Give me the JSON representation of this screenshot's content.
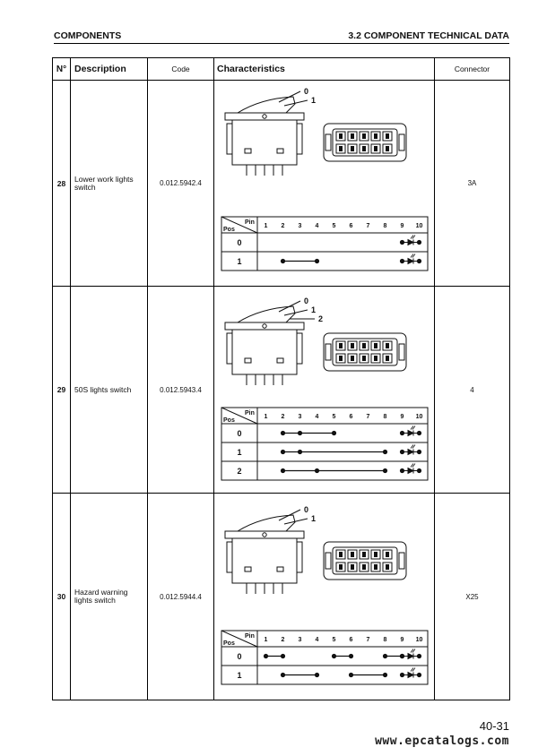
{
  "header": {
    "left": "COMPONENTS",
    "right": "3.2 COMPONENT TECHNICAL DATA"
  },
  "table": {
    "columns": {
      "no": "N°",
      "description": "Description",
      "code": "Code",
      "characteristics": "Characteristics",
      "connector": "Connector"
    },
    "rows": [
      {
        "no": "28",
        "description_line1": "Lower work lights",
        "description_line2": "switch",
        "code": "0.012.5942.4",
        "connector": "3A",
        "switch_labels": [
          "0",
          "1"
        ],
        "pin_header": "Pin",
        "pos_header": "Pos",
        "pins": [
          "1",
          "2",
          "3",
          "4",
          "5",
          "6",
          "7",
          "8",
          "9",
          "10"
        ],
        "positions": [
          {
            "pos": "0",
            "connections": [],
            "lamp": true
          },
          {
            "pos": "1",
            "connections": [
              [
                2,
                4
              ]
            ],
            "lamp": true
          }
        ]
      },
      {
        "no": "29",
        "description_line1": "50S lights switch",
        "description_line2": "",
        "code": "0.012.5943.4",
        "connector": "4",
        "switch_labels": [
          "0",
          "1",
          "2"
        ],
        "pin_header": "Pin",
        "pos_header": "Pos",
        "pins": [
          "1",
          "2",
          "3",
          "4",
          "5",
          "6",
          "7",
          "8",
          "9",
          "10"
        ],
        "positions": [
          {
            "pos": "0",
            "connections": [
              [
                2,
                3,
                5
              ]
            ],
            "lamp": true
          },
          {
            "pos": "1",
            "connections": [
              [
                2,
                3,
                8
              ]
            ],
            "lamp": true
          },
          {
            "pos": "2",
            "connections": [
              [
                2,
                4,
                8
              ]
            ],
            "lamp": true
          }
        ]
      },
      {
        "no": "30",
        "description_line1": "Hazard warning",
        "description_line2": "lights switch",
        "code": "0.012.5944.4",
        "connector": "X25",
        "switch_labels": [
          "0",
          "1"
        ],
        "pin_header": "Pin",
        "pos_header": "Pos",
        "pins": [
          "1",
          "2",
          "3",
          "4",
          "5",
          "6",
          "7",
          "8",
          "9",
          "10"
        ],
        "positions": [
          {
            "pos": "0",
            "connections": [
              [
                1,
                2
              ],
              [
                5,
                6
              ],
              [
                8,
                9
              ]
            ],
            "lamp": true
          },
          {
            "pos": "1",
            "connections": [
              [
                2,
                4
              ],
              [
                6,
                8
              ]
            ],
            "lamp": true
          }
        ]
      }
    ]
  },
  "footer": {
    "page_number": "40-31",
    "watermark": "www.epcatalogs.com"
  }
}
